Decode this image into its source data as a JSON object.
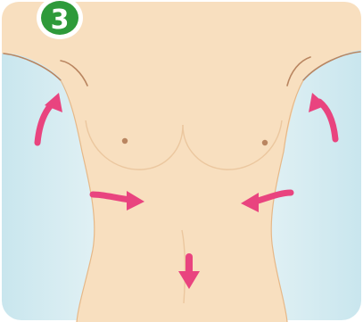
{
  "step": {
    "number": "3",
    "badge_color": "#2e9a3a",
    "badge_ring_color": "#ffffff"
  },
  "colors": {
    "background_gradient_start": "#c9e6ee",
    "background_gradient_end": "#ffffff",
    "skin": "#f8dfbf",
    "outline": "#e6b888",
    "arrow": "#e9447f",
    "nipple": "#b98560"
  },
  "arrows": [
    {
      "name": "left-armpit-arrow",
      "direction": "up"
    },
    {
      "name": "right-armpit-arrow",
      "direction": "up"
    },
    {
      "name": "left-ribs-arrow",
      "direction": "inward"
    },
    {
      "name": "right-ribs-arrow",
      "direction": "inward"
    },
    {
      "name": "navel-arrow",
      "direction": "down"
    }
  ]
}
